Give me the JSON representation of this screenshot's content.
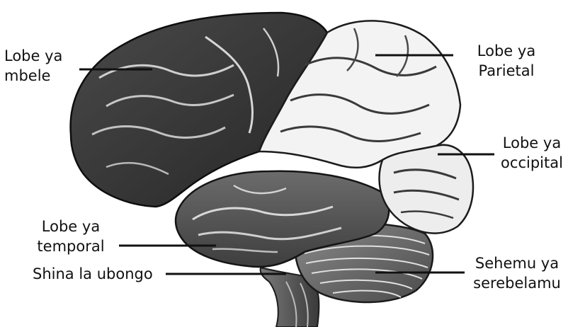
{
  "labels": {
    "frontal": {
      "line1": "Lobe ya",
      "line2": "mbele"
    },
    "parietal": {
      "line1": "Lobe ya",
      "line2": "Parietal"
    },
    "occipital": {
      "line1": "Lobe ya",
      "line2": "occipital"
    },
    "temporal": {
      "line1": "Lobe ya",
      "line2": "temporal"
    },
    "brainstem": {
      "line1": "Shina la ubongo"
    },
    "cerebellum": {
      "line1": "Sehemu ya",
      "line2": "serebelamu"
    }
  },
  "colors": {
    "frontal_lobe": "#3a3a3a",
    "parietal_lobe": "#f2f2f2",
    "occipital_lobe": "#ececec",
    "temporal_lobe": "#5f5f5f",
    "cerebellum": "#6e6e6e",
    "brainstem": "#5a5a5a",
    "leader_line": "#111111"
  }
}
